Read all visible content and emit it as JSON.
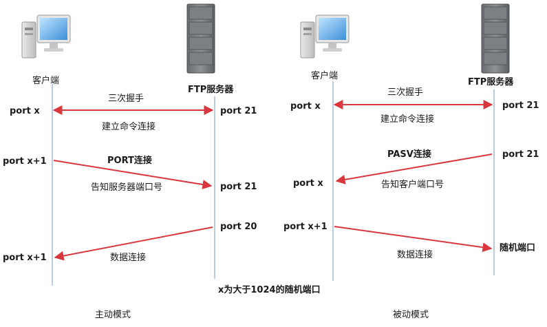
{
  "active_mode": {
    "client_label": "客户端",
    "server_label": "FTP服务器",
    "arrow1_top": "三次握手",
    "arrow1_bottom": "建立命令连接",
    "client_port1": "port x",
    "server_port1": "port 21",
    "client_port2": "port x+1",
    "arrow2_top": "PORT连接",
    "arrow2_bottom": "告知服务器端口号",
    "server_port2": "port 21",
    "server_port3": "port 20",
    "client_port3": "port x+1",
    "arrow3_label": "数据连接",
    "mode_label": "主动模式"
  },
  "passive_mode": {
    "client_label": "客户端",
    "server_label": "FTP服务器",
    "arrow1_top": "三次握手",
    "arrow1_bottom": "建立命令连接",
    "client_port1": "port x",
    "server_port1": "port 21",
    "arrow2_top": "PASV连接",
    "arrow2_bottom": "告知客户端口号",
    "server_port2": "port 21",
    "client_port2": "port x",
    "client_port3": "port x+1",
    "arrow3_label": "数据连接",
    "server_port3": "随机端口",
    "mode_label": "被动模式"
  },
  "footnote": "x为大于1024的随机端口",
  "colors": {
    "arrow": "#d9363e",
    "lifeline": "#b8cbe0"
  },
  "icons": {
    "client": "desktop-computer-icon",
    "server": "server-tower-icon"
  }
}
